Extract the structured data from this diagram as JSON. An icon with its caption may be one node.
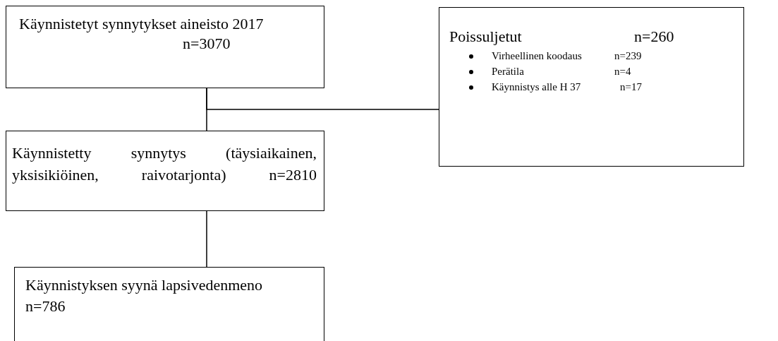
{
  "diagram": {
    "nodes": [
      {
        "text": [
          "Käynnistetyt synnytykset aineisto 2017",
          "n=3070"
        ]
      },
      {
        "text": [
          "Poissuljetut",
          "n=260",
          "Virheellinen koodaus",
          "n=239",
          "Perätila",
          "n=4",
          "Käynnistys alle H 37",
          "n=17"
        ]
      },
      {
        "text": [
          "Käynnistetty synnytys (täysiaikainen, yksisikiöinen, raivotarjonta) n=2810"
        ]
      },
      {
        "text": [
          "Käynnistyksen syynä lapsivedenmeno",
          "n=786"
        ]
      }
    ],
    "edges": [
      {
        "from": 0,
        "to": 2,
        "arrow": "none"
      },
      {
        "from": 0,
        "to": 1,
        "arrow": "none"
      },
      {
        "from": 2,
        "to": 3,
        "arrow": "none"
      }
    ]
  }
}
